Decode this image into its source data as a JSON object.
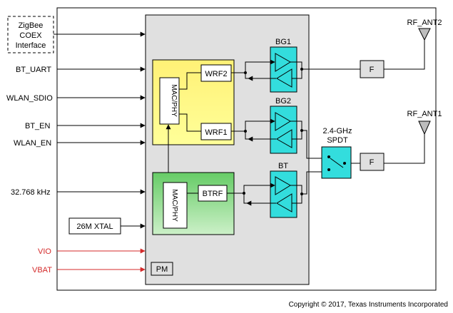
{
  "colors": {
    "wifi_block": "#ffff99",
    "wifi_block_top": "#fff176",
    "bt_block": "#66cc66",
    "bt_block_bottom": "#ccf0c8",
    "amplifier": "#33dddd",
    "chip_body": "#e0e0e0",
    "red_signal": "#d42a2a"
  },
  "external": {
    "zigbee": [
      "ZigBee",
      "COEX",
      "Interface"
    ],
    "xtal": "26M XTAL"
  },
  "inputs": {
    "bt_uart": "BT_UART",
    "wlan_sdio": "WLAN_SDIO",
    "bt_en": "BT_EN",
    "wlan_en": "WLAN_EN",
    "clk": "32.768 kHz",
    "vio": "VIO",
    "vbat": "VBAT"
  },
  "blocks": {
    "wifi_mac": "MAC/PHY",
    "wrf2": "WRF2",
    "wrf1": "WRF1",
    "bt_mac": "MAC/PHY",
    "btrf": "BTRF",
    "pm": "PM"
  },
  "amplifiers": {
    "bg1": "BG1",
    "bg2": "BG2",
    "bt": "BT"
  },
  "switch": {
    "line1": "2.4-GHz",
    "line2": "SPDT"
  },
  "filters": {
    "f_top": "F",
    "f_bottom": "F"
  },
  "antennas": {
    "ant2": "RF_ANT2",
    "ant1": "RF_ANT1"
  },
  "copyright": "Copyright © 2017, Texas Instruments Incorporated"
}
